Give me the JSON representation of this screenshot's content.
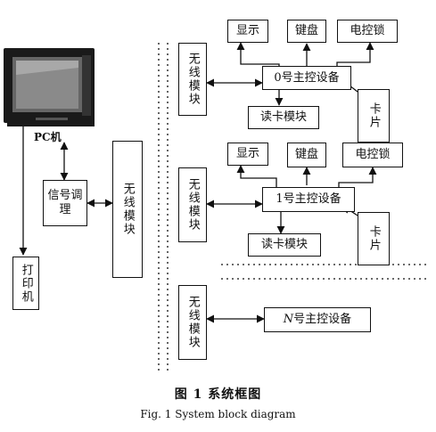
{
  "pc": {
    "label": "PC机"
  },
  "signal": {
    "label": "信号调理"
  },
  "printer": {
    "label": "打印机"
  },
  "wireless_main": {
    "label": "无线模块"
  },
  "group0": {
    "wireless": "无线模块",
    "display": "显示",
    "keyboard": "键盘",
    "lock": "电控锁",
    "main": "0号主控设备",
    "reader": "读卡模块",
    "card": "卡片"
  },
  "group1": {
    "wireless": "无线模块",
    "display": "显示",
    "keyboard": "键盘",
    "lock": "电控锁",
    "main": "1号主控设备",
    "reader": "读卡模块",
    "card": "卡片"
  },
  "groupN": {
    "wireless": "无线模块",
    "main_prefix": "N",
    "main_suffix": "号主控设备"
  },
  "caption": {
    "chinese": "图 1   系统框图",
    "english": "Fig. 1   System block diagram"
  }
}
